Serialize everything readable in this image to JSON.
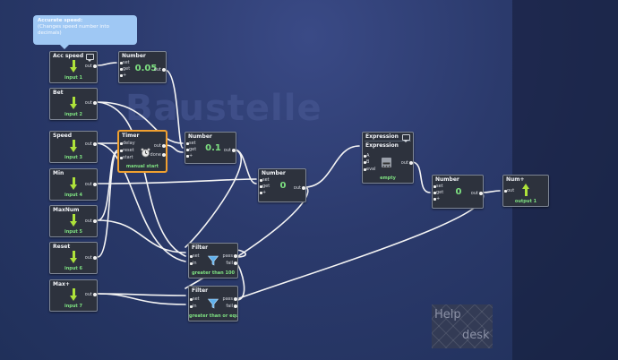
{
  "tooltip": {
    "title": "Accurate speed:",
    "body": "(Changes speed number into decimals)"
  },
  "background": {
    "watermark": "Baustelle",
    "help_line1": "Help",
    "help_line2": "desk"
  },
  "inputs": [
    {
      "title": "Acc speed",
      "port": "out",
      "footer": "input 1"
    },
    {
      "title": "Bet",
      "port": "out",
      "footer": "input 2"
    },
    {
      "title": "Speed",
      "port": "out",
      "footer": "input 3"
    },
    {
      "title": "Min",
      "port": "out",
      "footer": "input 4"
    },
    {
      "title": "MaxNum",
      "port": "out",
      "footer": "input 5"
    },
    {
      "title": "Reset",
      "port": "out",
      "footer": "input 6"
    },
    {
      "title": "Max+",
      "port": "out",
      "footer": "input 7"
    }
  ],
  "number1": {
    "title": "Number",
    "value": "0.05",
    "pins": [
      "set",
      "get",
      "+"
    ],
    "out": "out"
  },
  "timer": {
    "title": "Timer",
    "pins": [
      "delay",
      "reset",
      "start"
    ],
    "outs": [
      "out",
      "done"
    ],
    "footer": "manual start"
  },
  "number2": {
    "title": "Number",
    "value": "0.1",
    "pins": [
      "set",
      "get",
      "+"
    ],
    "out": "out"
  },
  "number3": {
    "title": "Number",
    "value": "0",
    "pins": [
      "set",
      "get",
      "+"
    ],
    "out": "out"
  },
  "expression": {
    "title": "Expression",
    "subtitle": "Expression",
    "pins": [
      "A",
      "B",
      "eval"
    ],
    "out": "out",
    "footer": "empty"
  },
  "number4": {
    "title": "Number",
    "value": "0",
    "pins": [
      "set",
      "get",
      "+"
    ],
    "out": "out"
  },
  "output": {
    "title": "Num+",
    "port": "out",
    "footer": "output 1"
  },
  "filter1": {
    "title": "Filter",
    "pins": [
      "set",
      "in"
    ],
    "outs": [
      "pass",
      "fail"
    ],
    "footer": "greater than 100"
  },
  "filter2": {
    "title": "Filter",
    "pins": [
      "set",
      "in"
    ],
    "outs": [
      "pass",
      "fail"
    ],
    "footer": "greater than or equ"
  },
  "colors": {
    "accent_green": "#7ee081",
    "arrow": "#aee23a",
    "selected": "#f0a030",
    "tooltip": "#9fc8f4"
  },
  "icons": {
    "comment": "comment-icon",
    "timer": "alarm-clock-icon",
    "filter": "funnel-icon",
    "expression": "calculator-icon"
  }
}
